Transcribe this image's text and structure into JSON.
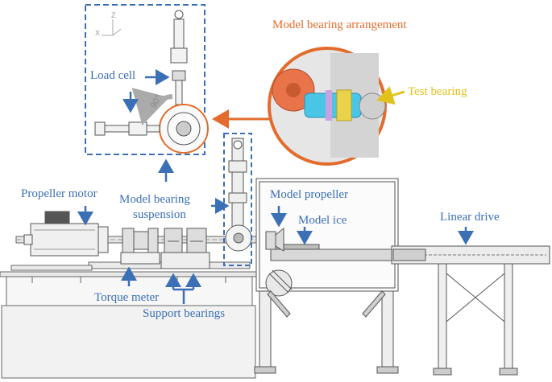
{
  "labels": {
    "load_cell": "Load cell",
    "model_bearing_arrangement": "Model bearing arrangement",
    "test_bearing": "Test bearing",
    "propeller_motor": "Propeller motor",
    "model_bearing_suspension_line1": "Model bearing",
    "model_bearing_suspension_line2": "suspension",
    "model_propeller": "Model propeller",
    "model_ice": "Model ice",
    "linear_drive": "Linear drive",
    "torque_meter": "Torque meter",
    "support_bearings": "Support bearings",
    "angle": "90°",
    "axis_z": "Z",
    "axis_x": "X"
  },
  "colors": {
    "label_blue": "#3b6fb6",
    "accent_orange": "#e36c2c",
    "test_bearing_yellow": "#e0c21a",
    "dashed_box": "#3b6fb6",
    "drawing_gray": "#555555"
  }
}
